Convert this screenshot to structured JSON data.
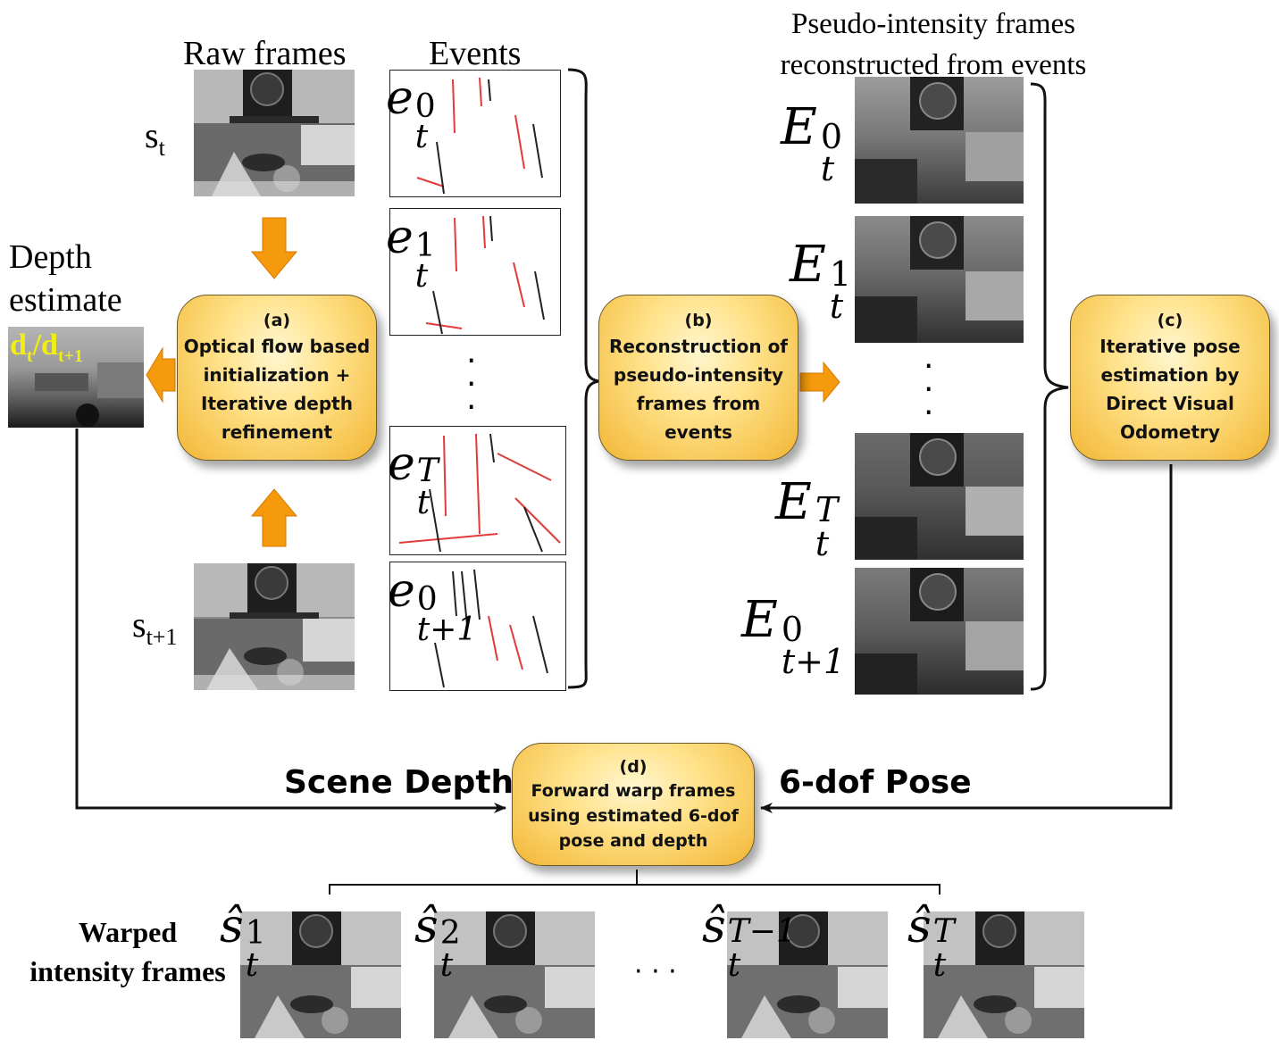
{
  "headings": {
    "raw_frames": "Raw frames",
    "events": "Events",
    "pseudo_line1": "Pseudo-intensity frames",
    "pseudo_line2": "reconstructed from events",
    "depth_line1": "Depth",
    "depth_line2": "estimate",
    "warped_line1": "Warped",
    "warped_line2": "intensity frames"
  },
  "symbols": {
    "s_base": "s",
    "s_t_sub": "t",
    "s_t1_sub": "t+1",
    "d_t_base": "d",
    "d_t_sub": "t",
    "d_slash": "/d",
    "d_t1_sub": "t+1",
    "events": [
      {
        "base": "e",
        "sup": "0",
        "sub": "t"
      },
      {
        "base": "e",
        "sup": "1",
        "sub": "t"
      },
      {
        "base": "e",
        "sup": "T",
        "sub": "t"
      },
      {
        "base": "e",
        "sup": "0",
        "sub": "t+1"
      }
    ],
    "pseudo": [
      {
        "base": "E",
        "sup": "0",
        "sub": "t"
      },
      {
        "base": "E",
        "sup": "1",
        "sub": "t"
      },
      {
        "base": "E",
        "sup": "T",
        "sub": "t"
      },
      {
        "base": "E",
        "sup": "0",
        "sub": "t+1"
      }
    ],
    "warped": [
      {
        "base": "ŝ",
        "sup": "1",
        "sub": "t"
      },
      {
        "base": "ŝ",
        "sup": "2",
        "sub": "t"
      },
      {
        "base": "ŝ",
        "sup": "T−1",
        "sub": "t"
      },
      {
        "base": "ŝ",
        "sup": "T",
        "sub": "t"
      }
    ],
    "vdots": "·\n·\n·",
    "hdots": "· · ·"
  },
  "blocks": {
    "a": {
      "tag": "(a)",
      "lines": [
        "Optical flow based",
        "initialization +",
        "Iterative depth",
        "refinement"
      ]
    },
    "b": {
      "tag": "(b)",
      "lines": [
        "Reconstruction of",
        "pseudo-intensity",
        "frames from",
        "events"
      ]
    },
    "c": {
      "tag": "(c)",
      "lines": [
        "Iterative pose",
        "estimation by",
        "Direct Visual",
        "Odometry"
      ]
    },
    "d": {
      "tag": "(d)",
      "lines": [
        "Forward warp frames",
        "using estimated 6-dof",
        "pose and depth"
      ]
    }
  },
  "flow_labels": {
    "scene_depth": "Scene Depth",
    "pose": "6-dof Pose"
  },
  "colors": {
    "arrow_orange": "#f59a0c",
    "label_yellow": "#f2ee10",
    "event_red": "#e23a3a",
    "line": "#111111"
  }
}
